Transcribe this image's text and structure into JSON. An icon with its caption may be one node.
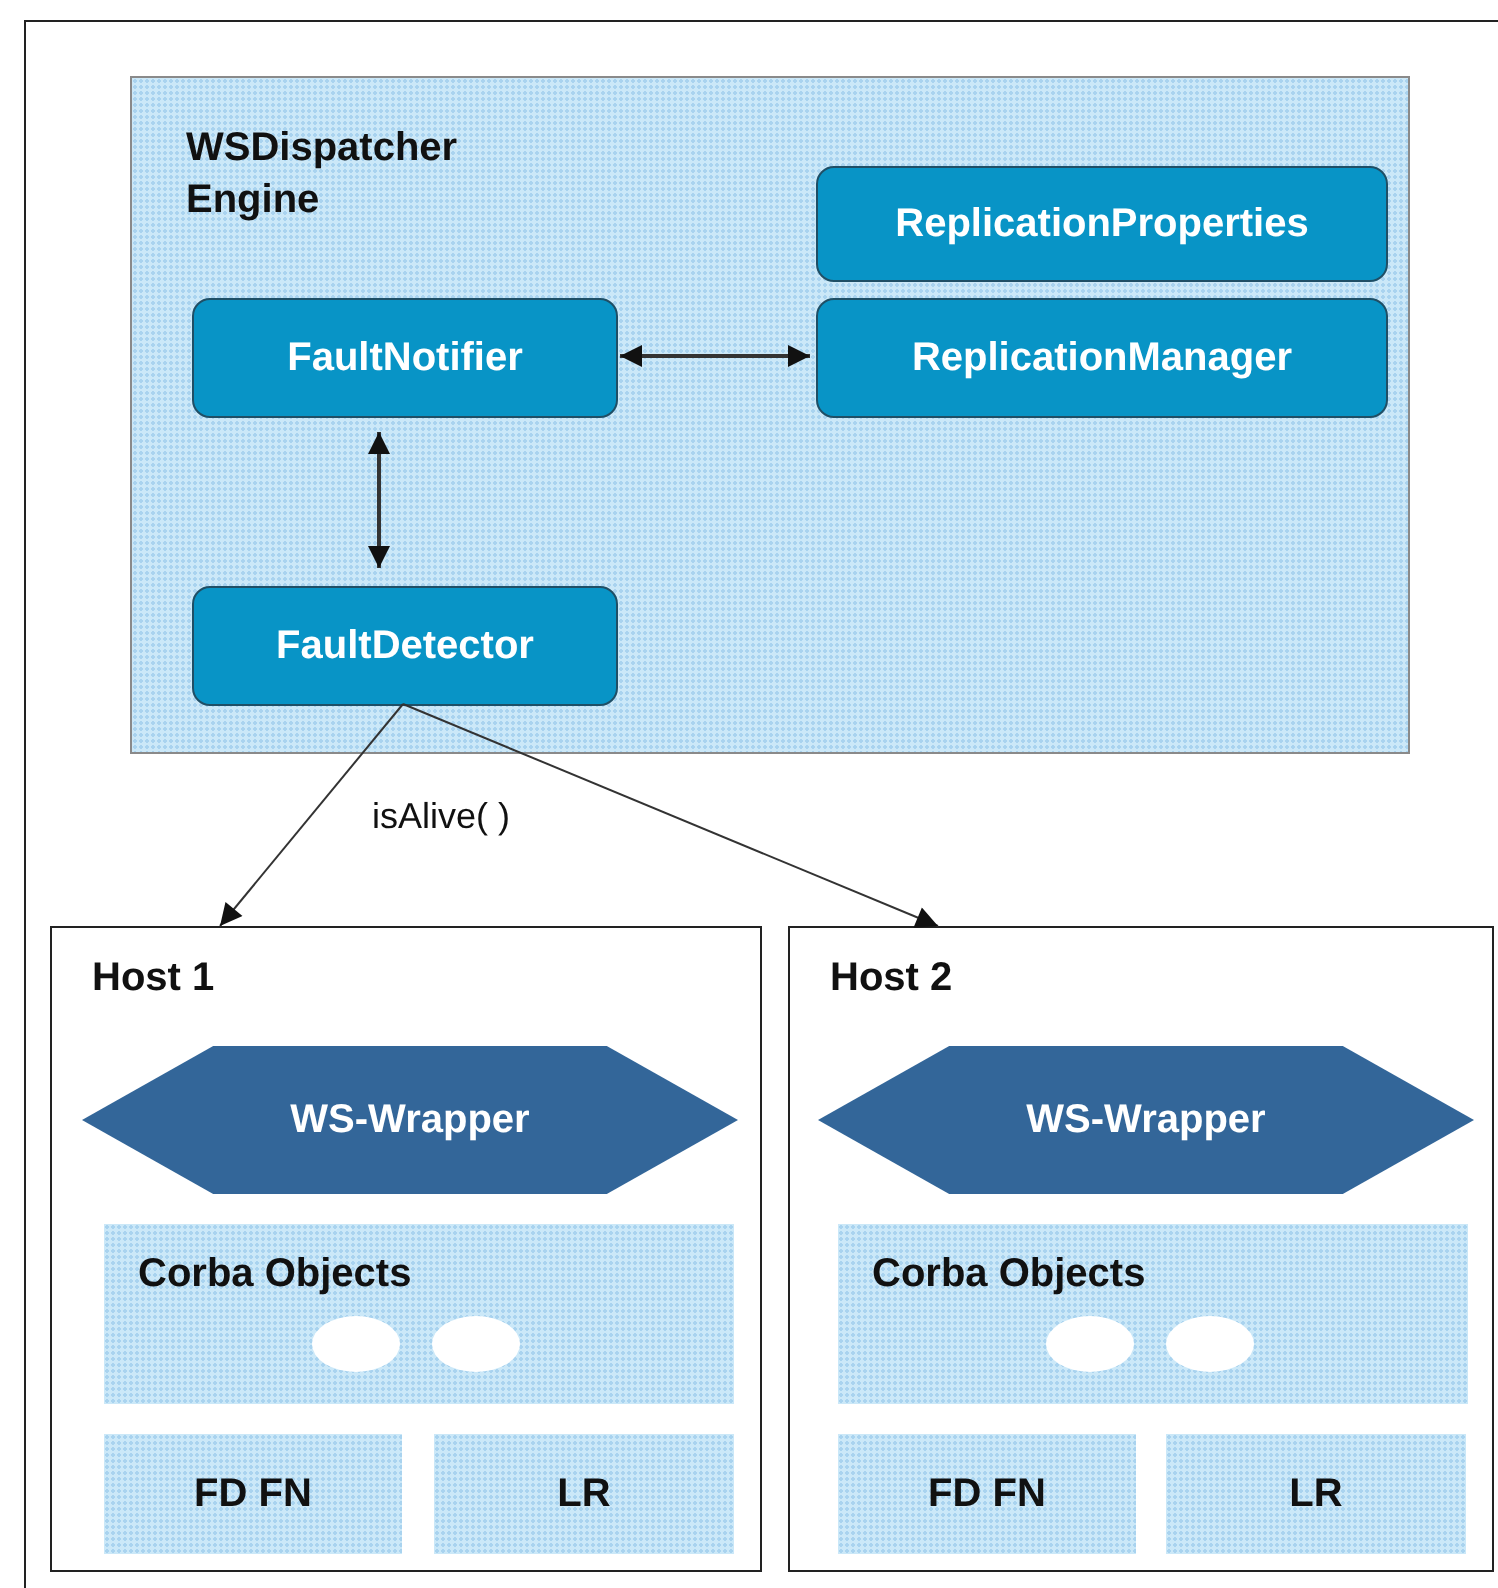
{
  "diagram": {
    "nodes": [
      {
        "text": [
          "WSDispatcher Engine"
        ]
      },
      {
        "text": [
          "ReplicationProperties"
        ],
        "in": 0
      },
      {
        "text": [
          "FaultNotifier"
        ],
        "in": 0
      },
      {
        "text": [
          "ReplicationManager"
        ],
        "in": 0
      },
      {
        "text": [
          "FaultDetector"
        ],
        "in": 0
      },
      {
        "text": [
          "Host 1"
        ]
      },
      {
        "text": [
          "WS-Wrapper"
        ],
        "in": 5
      },
      {
        "text": [
          "Corba Objects"
        ],
        "in": 5
      },
      {
        "text": [
          "FD FN"
        ],
        "in": 5
      },
      {
        "text": [
          "LR"
        ],
        "in": 5
      },
      {
        "text": [
          "Host 2"
        ]
      },
      {
        "text": [
          "WS-Wrapper"
        ],
        "in": 10
      },
      {
        "text": [
          "Corba Objects"
        ],
        "in": 10
      },
      {
        "text": [
          "FD FN"
        ],
        "in": 10
      },
      {
        "text": [
          "LR"
        ],
        "in": 10
      }
    ],
    "edges": [
      {
        "from": 2,
        "to": 3,
        "arrow": "both"
      },
      {
        "from": 2,
        "to": 4,
        "arrow": "both"
      },
      {
        "from": 4,
        "to": 5,
        "arrow": "to",
        "label": "isAlive( )"
      },
      {
        "from": 4,
        "to": 10,
        "arrow": "to"
      }
    ]
  }
}
